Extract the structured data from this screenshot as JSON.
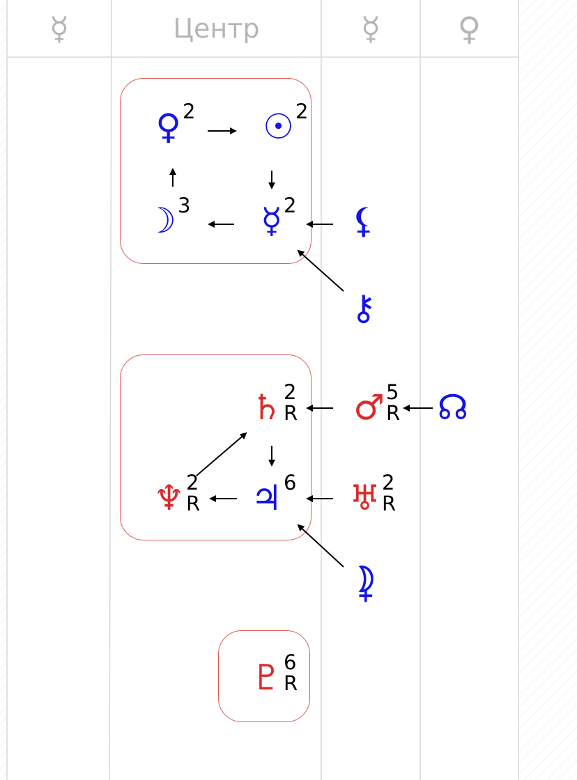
{
  "columns": [
    {
      "key": "col-1",
      "glyph": "☿",
      "is_text": false
    },
    {
      "key": "col-2",
      "glyph": "Центр",
      "is_text": true
    },
    {
      "key": "col-3",
      "glyph": "☿",
      "is_text": false
    },
    {
      "key": "col-4",
      "glyph": "♀",
      "is_text": false
    }
  ],
  "colors": {
    "benefic": "#1414e6",
    "malefic": "#dc2a2a",
    "box": "#e05a55",
    "grid": "#d8d8d8",
    "header": "#b5b5b5",
    "arrow": "#000000"
  },
  "planets": {
    "venus": {
      "symbol": "♀",
      "color": "benefic",
      "n": "2",
      "r": ""
    },
    "sun": {
      "symbol": "☉",
      "color": "benefic",
      "n": "2",
      "r": ""
    },
    "moon": {
      "symbol": "☽",
      "color": "benefic",
      "n": "3",
      "r": ""
    },
    "mercury": {
      "symbol": "☿",
      "color": "benefic",
      "n": "2",
      "r": ""
    },
    "lilith": {
      "symbol": "⚸",
      "color": "benefic",
      "n": "",
      "r": ""
    },
    "chiron": {
      "symbol": "⚷",
      "color": "benefic",
      "n": "",
      "r": ""
    },
    "saturn": {
      "symbol": "♄",
      "color": "malefic",
      "n": "2",
      "r": "R"
    },
    "mars": {
      "symbol": "♂",
      "color": "malefic",
      "n": "5",
      "r": "R"
    },
    "node": {
      "symbol": "☊",
      "color": "benefic",
      "n": "",
      "r": ""
    },
    "neptune": {
      "symbol": "♆",
      "color": "malefic",
      "n": "2",
      "r": "R"
    },
    "jupiter": {
      "symbol": "♃",
      "color": "benefic",
      "n": "6",
      "r": ""
    },
    "uranus": {
      "symbol": "♅",
      "color": "malefic",
      "n": "2",
      "r": "R"
    },
    "selena": {
      "symbol": "⯝",
      "color": "benefic",
      "n": "",
      "r": ""
    },
    "pluto": {
      "symbol": "♇",
      "color": "malefic",
      "n": "6",
      "r": "R"
    }
  }
}
